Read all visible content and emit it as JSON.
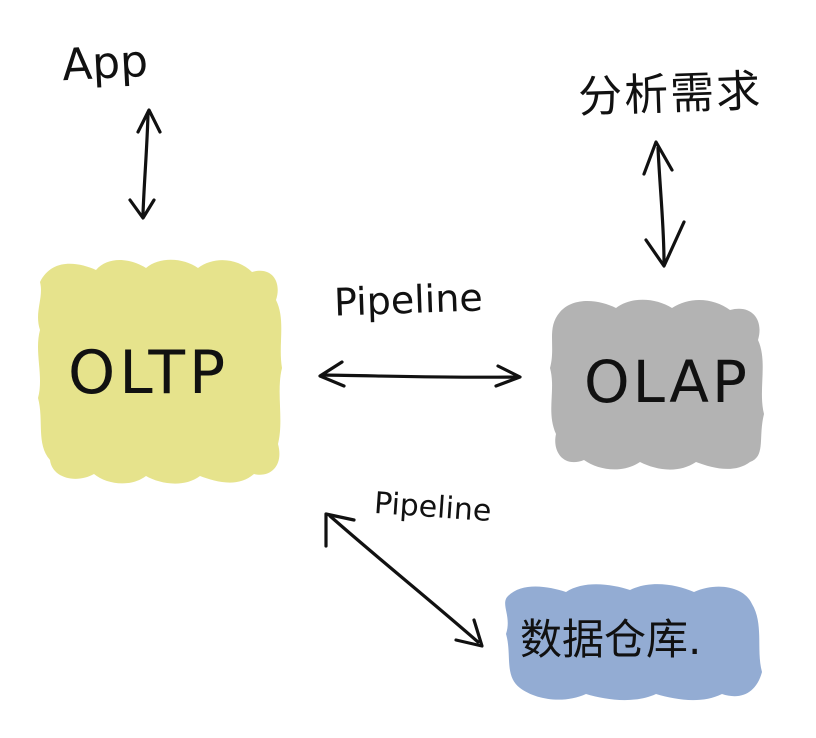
{
  "nodes": {
    "app": "App",
    "analysis_requirement": "分析需求",
    "oltp": "OLTP",
    "olap": "OLAP",
    "data_warehouse": "数据仓库."
  },
  "edges": {
    "pipeline_top": "Pipeline",
    "pipeline_bottom": "Pipeline"
  },
  "colors": {
    "oltp_fill": "#e6e38c",
    "olap_fill": "#b3b3b3",
    "warehouse_fill": "#93acd3",
    "ink": "#111111"
  }
}
